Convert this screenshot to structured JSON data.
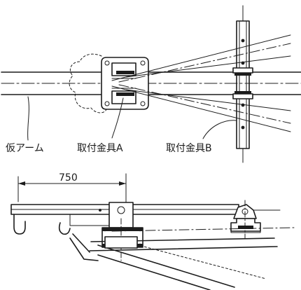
{
  "labels": {
    "temporary_arm": "仮アーム",
    "fitting_a": "取付金具A",
    "fitting_b": "取付金具B",
    "dimension": "750"
  },
  "colors": {
    "line": "#1c1c1c",
    "paper": "#ffffff"
  }
}
